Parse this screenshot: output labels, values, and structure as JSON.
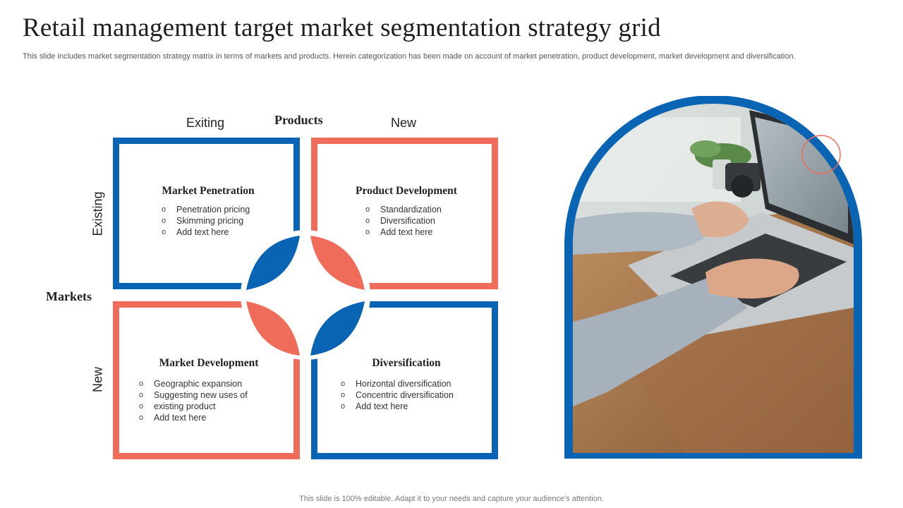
{
  "header": {
    "title": "Retail management target market segmentation strategy grid",
    "subtitle": "This slide includes market segmentation strategy matrix in terms of markets and products. Herein categorization has been made on account of market penetration, product development, market development and diversification."
  },
  "axes": {
    "products_label": "Products",
    "products_existing": "Exiting",
    "products_new": "New",
    "markets_label": "Markets",
    "markets_existing": "Existing",
    "markets_new": "New"
  },
  "quadrants": [
    {
      "title": "Market Penetration",
      "items": [
        "Penetration pricing",
        "Skimming pricing",
        "Add text here"
      ]
    },
    {
      "title": "Product Development",
      "items": [
        "Standardization",
        "Diversification",
        "Add text here"
      ]
    },
    {
      "title": "Market Development",
      "items": [
        "Geographic expansion",
        "Suggesting new uses of",
        "existing product",
        "Add text here"
      ]
    },
    {
      "title": "Diversification",
      "items": [
        "Horizontal diversification",
        "Concentric diversification",
        "Add text here"
      ]
    }
  ],
  "footer": {
    "text": "This slide is 100% editable. Adapt it to your needs and capture your audience's attention."
  },
  "colors": {
    "blue": "#0a64b4",
    "coral": "#ef6b5a"
  },
  "image": {
    "icon": "laptop-typing-photo"
  }
}
